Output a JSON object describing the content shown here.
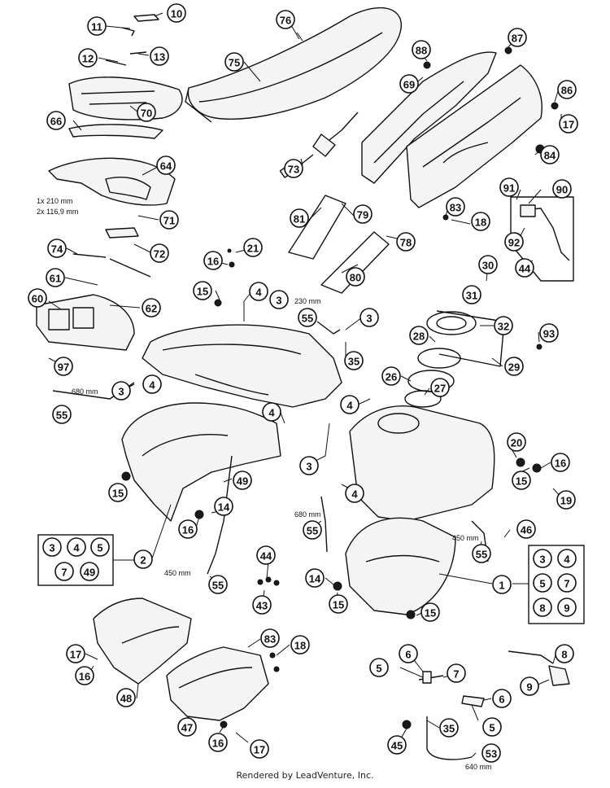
{
  "footer": "Rendered by LeadVenture, Inc.",
  "measurements": {
    "decal_1": "1x 210 mm",
    "decal_2": "2x 116,9 mm",
    "hose_230": "230 mm",
    "hose_680_left": "680 mm",
    "hose_680_mid": "680 mm",
    "hose_450_right": "450 mm",
    "hose_450_left": "450 mm",
    "hose_640": "640 mm"
  },
  "callouts": {
    "c10": "10",
    "c11": "11",
    "c12": "12",
    "c13": "13",
    "c76": "76",
    "c75": "75",
    "c66": "66",
    "c70": "70",
    "c64": "64",
    "c71": "71",
    "c74": "74",
    "c72": "72",
    "c61": "61",
    "c62": "62",
    "c60": "60",
    "c97": "97",
    "c55a": "55",
    "c3a": "3",
    "c4a": "4",
    "c16a": "16",
    "c21": "21",
    "c15a": "15",
    "c4b": "4",
    "c3b": "3",
    "c55b": "55",
    "c3c": "3",
    "c35a": "35",
    "c88": "88",
    "c69": "69",
    "c87": "87",
    "c86": "86",
    "c17a": "17",
    "c84": "84",
    "c73": "73",
    "c81": "81",
    "c79": "79",
    "c83a": "83",
    "c18a": "18",
    "c78": "78",
    "c80": "80",
    "c91": "91",
    "c90": "90",
    "c92": "92",
    "c44a": "44",
    "c30": "30",
    "c31": "31",
    "c32": "32",
    "c28": "28",
    "c29": "29",
    "c93": "93",
    "c26": "26",
    "c27": "27",
    "c4c": "4",
    "c4d": "4",
    "c3d": "3",
    "c4e": "4",
    "c20": "20",
    "c16b": "16",
    "c15b": "15",
    "c19": "19",
    "c15c": "15",
    "c49": "49",
    "c14a": "14",
    "c16c": "16",
    "c55c": "55",
    "c46": "46",
    "c55d": "55",
    "c2": "2",
    "c1": "1",
    "c44b": "44",
    "c43": "43",
    "c14b": "14",
    "c15d": "15",
    "c15e": "15",
    "c55e": "55",
    "c17b": "17",
    "c16d": "16",
    "c48": "48",
    "c83b": "83",
    "c18b": "18",
    "c47": "47",
    "c16e": "16",
    "c17c": "17",
    "c6a": "6",
    "c5a": "5",
    "c7": "7",
    "c6b": "6",
    "c5b": "5",
    "c35b": "35",
    "c45": "45",
    "c53": "53",
    "c8": "8",
    "c9": "9"
  },
  "kit_left": [
    "3",
    "4",
    "5",
    "7",
    "49"
  ],
  "kit_right": [
    "3",
    "4",
    "5",
    "7",
    "8",
    "9"
  ]
}
